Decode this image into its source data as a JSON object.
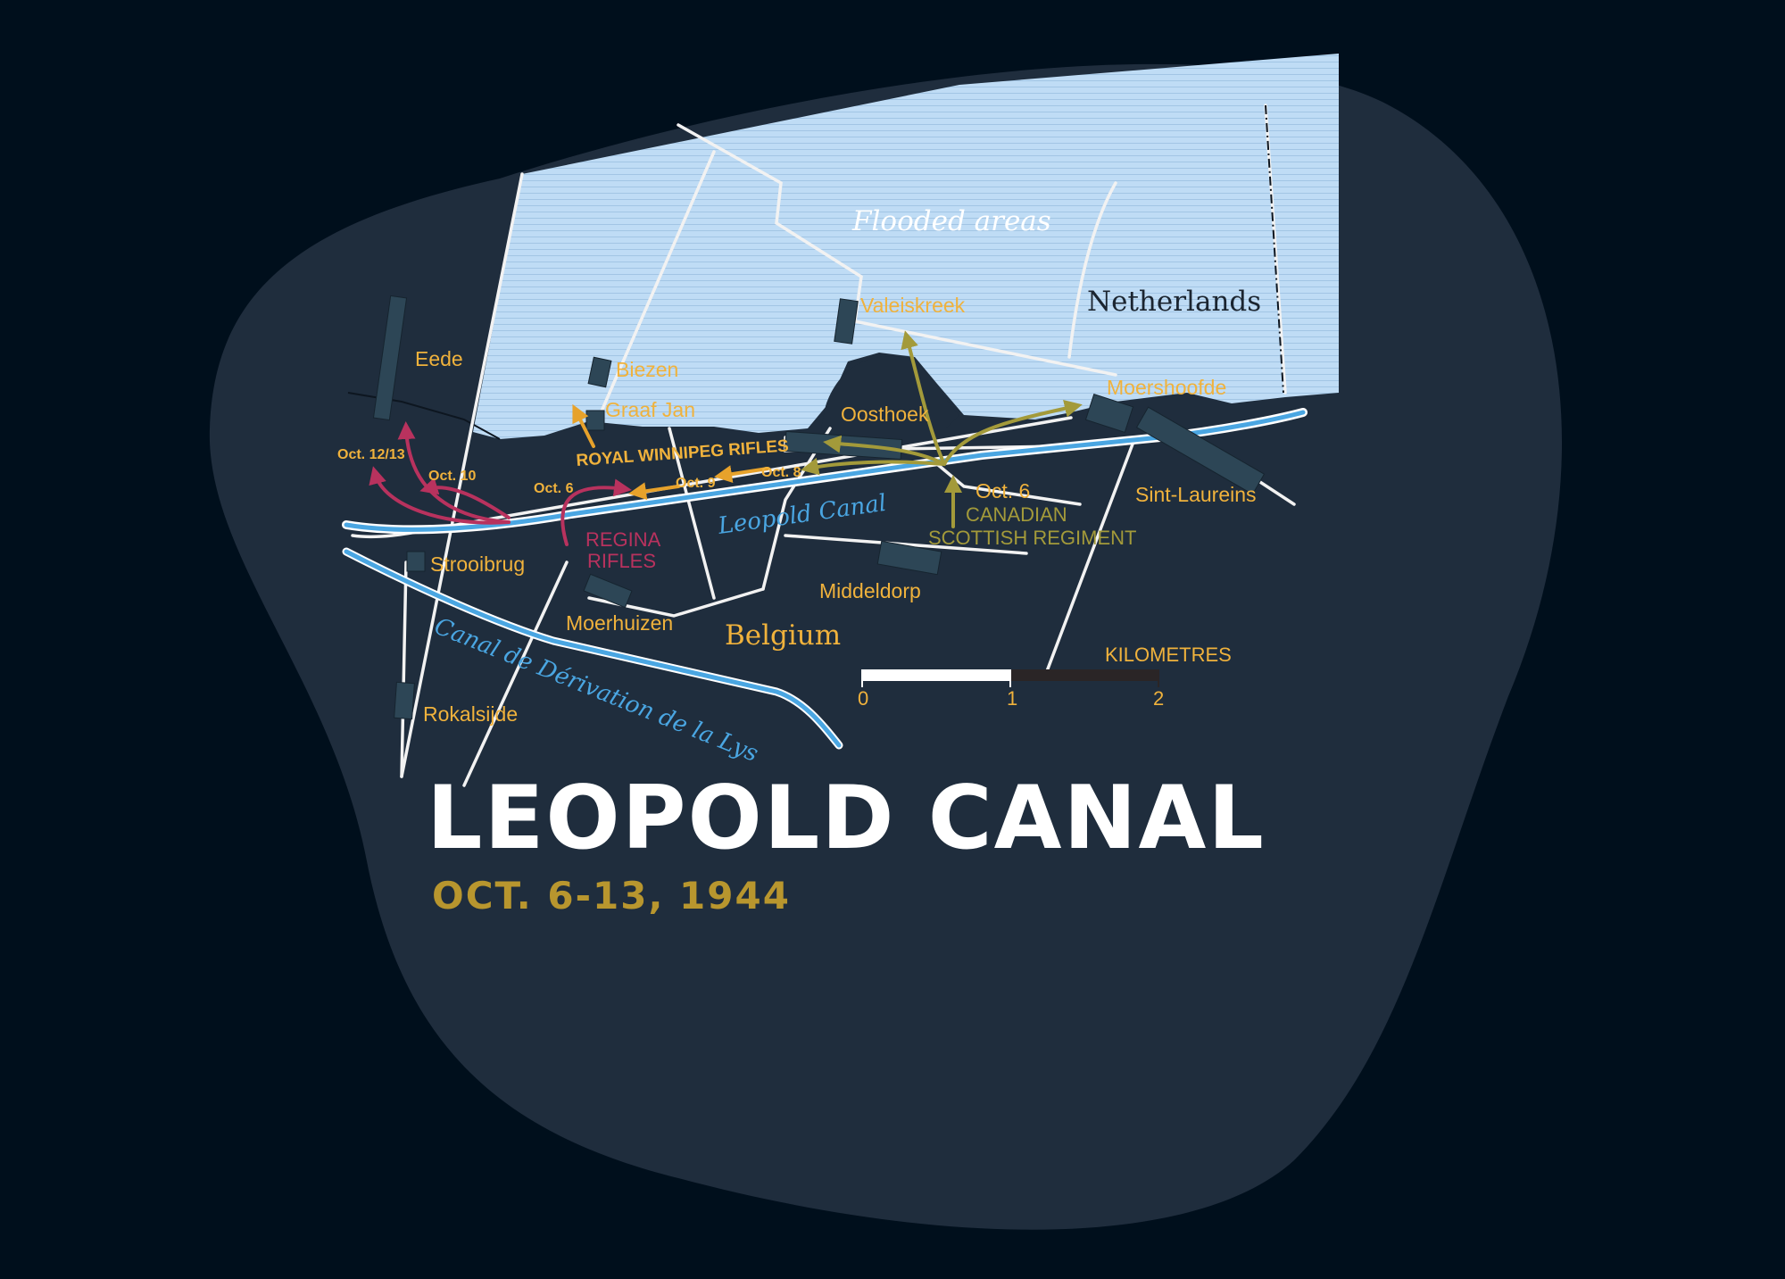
{
  "title": "LEOPOLD CANAL",
  "subtitle": "OCT. 6-13, 1944",
  "colors": {
    "background": "#000f1c",
    "blob": "#1f2d3d",
    "flooded": "#bfdcf5",
    "canal": "#4aa6e2",
    "road": "#f2f2f2",
    "town_block": "#2d4656",
    "label_yellow": "#f0b23c",
    "winnipeg_arrow": "#e7a22b",
    "scottish_arrow": "#a39a3a",
    "regina_arrow": "#b8325e",
    "subtitle": "#b8962e"
  },
  "regions": {
    "flooded": "Flooded areas",
    "netherlands": "Netherlands",
    "belgium": "Belgium"
  },
  "canals": {
    "leopold": "Leopold Canal",
    "deviation": "Canal de Dérivation de la Lys"
  },
  "towns": {
    "eede": "Eede",
    "biezen": "Biezen",
    "graaf_jan": "Graaf Jan",
    "valeiskreek": "Valeiskreek",
    "oosthoek": "Oosthoek",
    "moershoofde": "Moershoofde",
    "sint_laureins": "Sint-Laureins",
    "strooibrug": "Strooibrug",
    "moerhuizen": "Moerhuizen",
    "middeldorp": "Middeldorp",
    "rokalsijde": "Rokalsijde"
  },
  "units": {
    "winnipeg": "ROYAL WINNIPEG RIFLES",
    "scottish_line1": "CANADIAN",
    "scottish_line2": "SCOTTISH REGIMENT",
    "regina_line1": "REGINA",
    "regina_line2": "RIFLES"
  },
  "dates": {
    "oct6_winnipeg": "Oct. 6",
    "oct8": "Oct. 8",
    "oct9": "Oct. 9",
    "oct10": "Oct. 10",
    "oct12_13": "Oct. 12/13",
    "oct6_scottish": "Oct. 6"
  },
  "scale": {
    "unit": "KILOMETRES",
    "ticks": [
      "0",
      "1",
      "2"
    ]
  }
}
